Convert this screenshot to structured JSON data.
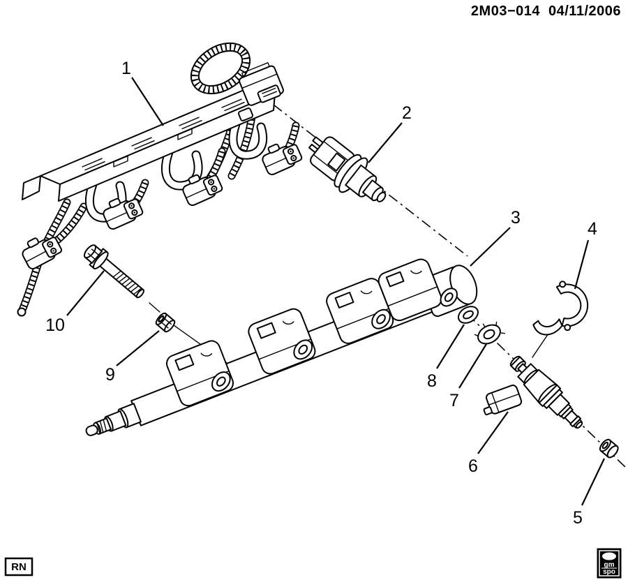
{
  "header": {
    "drawing_number": "2M03−014",
    "date": "04/11/2006"
  },
  "callouts": [
    {
      "label": "1"
    },
    {
      "label": "2"
    },
    {
      "label": "3"
    },
    {
      "label": "4"
    },
    {
      "label": "5"
    },
    {
      "label": "6"
    },
    {
      "label": "7"
    },
    {
      "label": "8"
    },
    {
      "label": "9"
    },
    {
      "label": "10"
    }
  ],
  "footer": {
    "revision_code": "RN",
    "logo_top": "gm",
    "logo_bottom": "spo"
  },
  "diagram": {
    "background": "#ffffff",
    "line_color": "#000000",
    "description": "Exploded line-art parts diagram of a fuel injector rail assembly with ten numbered callouts"
  }
}
